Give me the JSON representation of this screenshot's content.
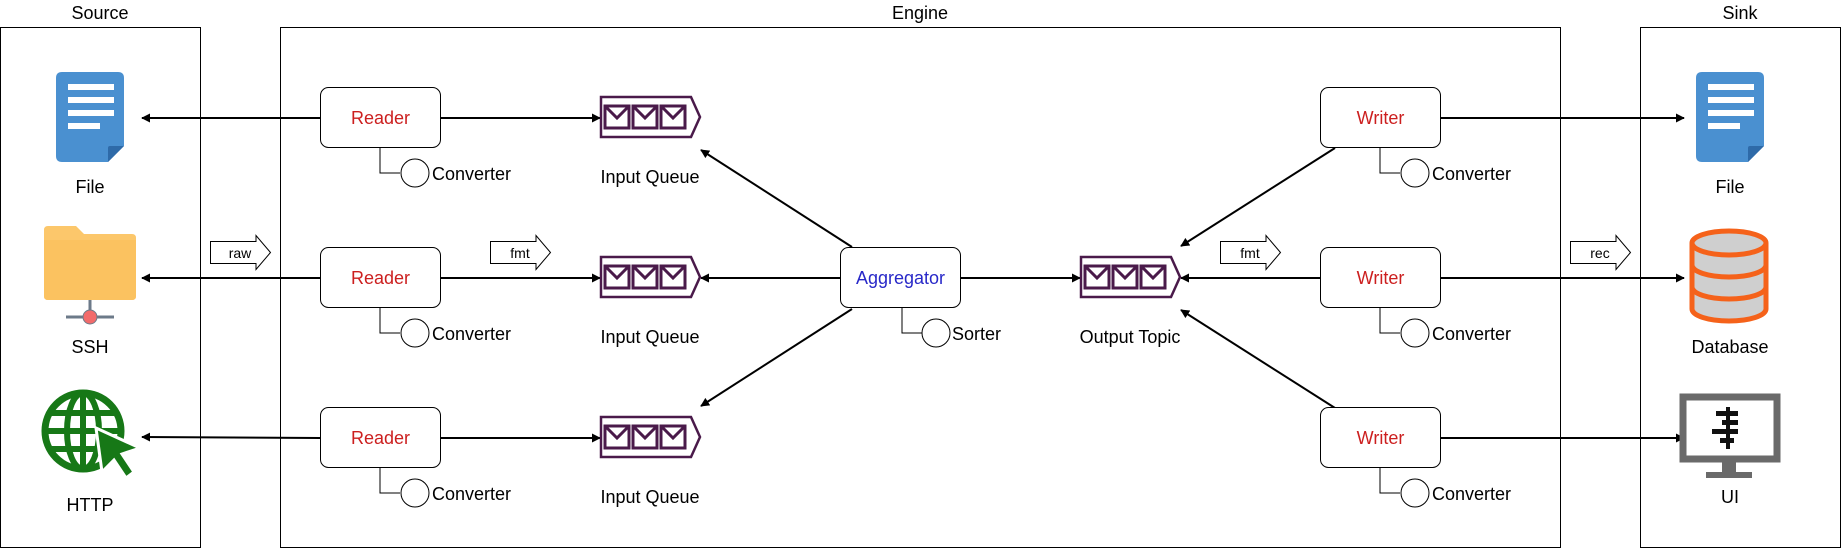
{
  "containers": {
    "source": "Source",
    "engine": "Engine",
    "sink": "Sink"
  },
  "sources": [
    {
      "label": "File",
      "icon": "document-icon",
      "color": "#4a90d0"
    },
    {
      "label": "SSH",
      "icon": "folder-network-icon",
      "color": "#fcc76b"
    },
    {
      "label": "HTTP",
      "icon": "globe-cursor-icon",
      "color": "#177817"
    }
  ],
  "readers": [
    {
      "label": "Reader",
      "converter": "Converter",
      "queue": "Input Queue"
    },
    {
      "label": "Reader",
      "converter": "Converter",
      "queue": "Input Queue"
    },
    {
      "label": "Reader",
      "converter": "Converter",
      "queue": "Input Queue"
    }
  ],
  "aggregator": {
    "label": "Aggregator",
    "sorter": "Sorter"
  },
  "output_topic": {
    "label": "Output Topic"
  },
  "writers": [
    {
      "label": "Writer",
      "converter": "Converter"
    },
    {
      "label": "Writer",
      "converter": "Converter"
    },
    {
      "label": "Writer",
      "converter": "Converter"
    }
  ],
  "sinks": [
    {
      "label": "File",
      "icon": "document-icon",
      "color": "#4a90d0"
    },
    {
      "label": "Database",
      "icon": "database-icon",
      "color": "#f5621a"
    },
    {
      "label": "UI",
      "icon": "monitor-icon",
      "color": "#6a6a6a"
    }
  ],
  "tags": {
    "raw": "raw",
    "fmt_input": "fmt",
    "fmt_output": "fmt",
    "rec": "rec"
  },
  "colors": {
    "reader_writer_text": "#cc1f1f",
    "aggregator_text": "#2828c8",
    "queue_stroke": "#4a1a4a"
  }
}
